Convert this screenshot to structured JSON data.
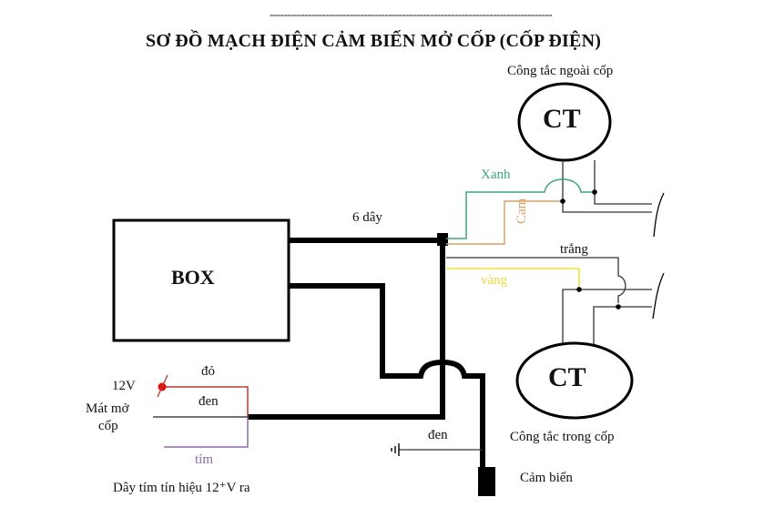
{
  "header": {
    "divider": "---------------------------------------------------------------------------------",
    "title": "SƠ ĐỒ MẠCH ĐIỆN CẢM BIẾN MỞ CỐP (CỐP ĐIỆN)"
  },
  "box": {
    "label": "BOX"
  },
  "switches": {
    "outer": {
      "symbol": "CT",
      "caption": "Công tắc ngoài cốp"
    },
    "inner": {
      "symbol": "CT",
      "caption": "Công tắc trong cốp"
    }
  },
  "wires": {
    "bundle": "6 dây",
    "xanh": "Xanh",
    "cam": "Cam",
    "trang": "trắng",
    "vang": "vàng",
    "do": "đỏ",
    "den_power": "đen",
    "tim": "tím",
    "den_ground": "đen"
  },
  "power": {
    "v12": "12V",
    "ground_label_line1": "Mát mở",
    "ground_label_line2": "cốp",
    "note": "Dây tím tín hiệu 12⁺V ra"
  },
  "sensor": {
    "label": "Cảm biến"
  },
  "colors": {
    "xanh": "#3aa875",
    "cam": "#d9a066",
    "vang": "#f2e23a",
    "do": "#c0392b",
    "tim": "#8e6aa8",
    "dot_red": "#e01010"
  }
}
